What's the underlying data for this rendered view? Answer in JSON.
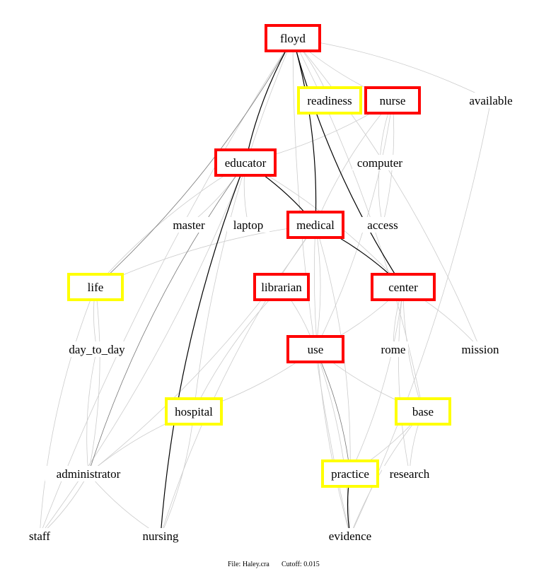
{
  "nodes": [
    {
      "id": "floyd",
      "label": "floyd",
      "box": "red"
    },
    {
      "id": "readiness",
      "label": "readiness",
      "box": "yellow"
    },
    {
      "id": "nurse",
      "label": "nurse",
      "box": "red"
    },
    {
      "id": "available",
      "label": "available",
      "box": "none"
    },
    {
      "id": "educator",
      "label": "educator",
      "box": "red"
    },
    {
      "id": "computer",
      "label": "computer",
      "box": "none"
    },
    {
      "id": "master",
      "label": "master",
      "box": "none"
    },
    {
      "id": "laptop",
      "label": "laptop",
      "box": "none"
    },
    {
      "id": "medical",
      "label": "medical",
      "box": "red"
    },
    {
      "id": "access",
      "label": "access",
      "box": "none"
    },
    {
      "id": "life",
      "label": "life",
      "box": "yellow"
    },
    {
      "id": "librarian",
      "label": "librarian",
      "box": "red"
    },
    {
      "id": "center",
      "label": "center",
      "box": "red"
    },
    {
      "id": "day_to_day",
      "label": "day_to_day",
      "box": "none"
    },
    {
      "id": "use",
      "label": "use",
      "box": "red"
    },
    {
      "id": "rome",
      "label": "rome",
      "box": "none"
    },
    {
      "id": "mission",
      "label": "mission",
      "box": "none"
    },
    {
      "id": "hospital",
      "label": "hospital",
      "box": "yellow"
    },
    {
      "id": "base",
      "label": "base",
      "box": "yellow"
    },
    {
      "id": "administrator",
      "label": "administrator",
      "box": "none"
    },
    {
      "id": "practice",
      "label": "practice",
      "box": "yellow"
    },
    {
      "id": "research",
      "label": "research",
      "box": "none"
    },
    {
      "id": "staff",
      "label": "staff",
      "box": "none"
    },
    {
      "id": "nursing",
      "label": "nursing",
      "box": "none"
    },
    {
      "id": "evidence",
      "label": "evidence",
      "box": "none"
    }
  ],
  "edges": [
    {
      "from": "floyd",
      "to": "educator",
      "strong": true
    },
    {
      "from": "floyd",
      "to": "medical",
      "strong": true
    },
    {
      "from": "floyd",
      "to": "center",
      "strong": true
    },
    {
      "from": "educator",
      "to": "medical",
      "strong": true
    },
    {
      "from": "educator",
      "to": "nursing",
      "strong": true
    },
    {
      "from": "medical",
      "to": "center",
      "strong": true
    },
    {
      "from": "practice",
      "to": "evidence",
      "strong": true
    },
    {
      "from": "floyd",
      "to": "life",
      "strong": false,
      "medium": true
    },
    {
      "from": "educator",
      "to": "administrator",
      "strong": false,
      "medium": true
    },
    {
      "from": "use",
      "to": "practice",
      "strong": false,
      "medium": true
    },
    {
      "from": "floyd",
      "to": "readiness",
      "strong": false
    },
    {
      "from": "floyd",
      "to": "nurse",
      "strong": false
    },
    {
      "from": "floyd",
      "to": "available",
      "strong": false
    },
    {
      "from": "floyd",
      "to": "staff",
      "strong": false
    },
    {
      "from": "floyd",
      "to": "mission",
      "strong": false
    },
    {
      "from": "floyd",
      "to": "evidence",
      "strong": false
    },
    {
      "from": "floyd",
      "to": "base",
      "strong": false
    },
    {
      "from": "floyd",
      "to": "hospital",
      "strong": false
    },
    {
      "from": "nurse",
      "to": "educator",
      "strong": false
    },
    {
      "from": "nurse",
      "to": "computer",
      "strong": false
    },
    {
      "from": "nurse",
      "to": "access",
      "strong": false
    },
    {
      "from": "nurse",
      "to": "medical",
      "strong": false
    },
    {
      "from": "nurse",
      "to": "use",
      "strong": false
    },
    {
      "from": "computer",
      "to": "access",
      "strong": false
    },
    {
      "from": "educator",
      "to": "master",
      "strong": false
    },
    {
      "from": "educator",
      "to": "laptop",
      "strong": false
    },
    {
      "from": "educator",
      "to": "staff",
      "strong": false
    },
    {
      "from": "educator",
      "to": "life",
      "strong": false
    },
    {
      "from": "educator",
      "to": "center",
      "strong": false
    },
    {
      "from": "medical",
      "to": "life",
      "strong": false
    },
    {
      "from": "medical",
      "to": "use",
      "strong": false
    },
    {
      "from": "medical",
      "to": "nursing",
      "strong": false
    },
    {
      "from": "medical",
      "to": "administrator",
      "strong": false
    },
    {
      "from": "medical",
      "to": "evidence",
      "strong": false
    },
    {
      "from": "medical",
      "to": "practice",
      "strong": false
    },
    {
      "from": "life",
      "to": "day_to_day",
      "strong": false
    },
    {
      "from": "life",
      "to": "administrator",
      "strong": false
    },
    {
      "from": "life",
      "to": "staff",
      "strong": false
    },
    {
      "from": "librarian",
      "to": "use",
      "strong": false
    },
    {
      "from": "librarian",
      "to": "hospital",
      "strong": false
    },
    {
      "from": "center",
      "to": "use",
      "strong": false
    },
    {
      "from": "center",
      "to": "rome",
      "strong": false
    },
    {
      "from": "center",
      "to": "mission",
      "strong": false
    },
    {
      "from": "center",
      "to": "base",
      "strong": false
    },
    {
      "from": "center",
      "to": "practice",
      "strong": false
    },
    {
      "from": "center",
      "to": "research",
      "strong": false
    },
    {
      "from": "use",
      "to": "hospital",
      "strong": false
    },
    {
      "from": "use",
      "to": "base",
      "strong": false
    },
    {
      "from": "use",
      "to": "evidence",
      "strong": false
    },
    {
      "from": "hospital",
      "to": "administrator",
      "strong": false
    },
    {
      "from": "hospital",
      "to": "nursing",
      "strong": false
    },
    {
      "from": "base",
      "to": "research",
      "strong": false
    },
    {
      "from": "base",
      "to": "practice",
      "strong": false
    },
    {
      "from": "base",
      "to": "evidence",
      "strong": false
    },
    {
      "from": "administrator",
      "to": "staff",
      "strong": false
    },
    {
      "from": "administrator",
      "to": "nursing",
      "strong": false
    },
    {
      "from": "available",
      "to": "evidence",
      "strong": false
    },
    {
      "from": "day_to_day",
      "to": "administrator",
      "strong": false
    }
  ],
  "footer": {
    "file": "File: Haley.cra",
    "cutoff": "Cutoff: 0.015"
  },
  "colors": {
    "red": "#ff0000",
    "yellow": "#ffff00",
    "edge_strong": "#000000",
    "edge_medium": "#777777",
    "edge_weak": "#cccccc"
  }
}
